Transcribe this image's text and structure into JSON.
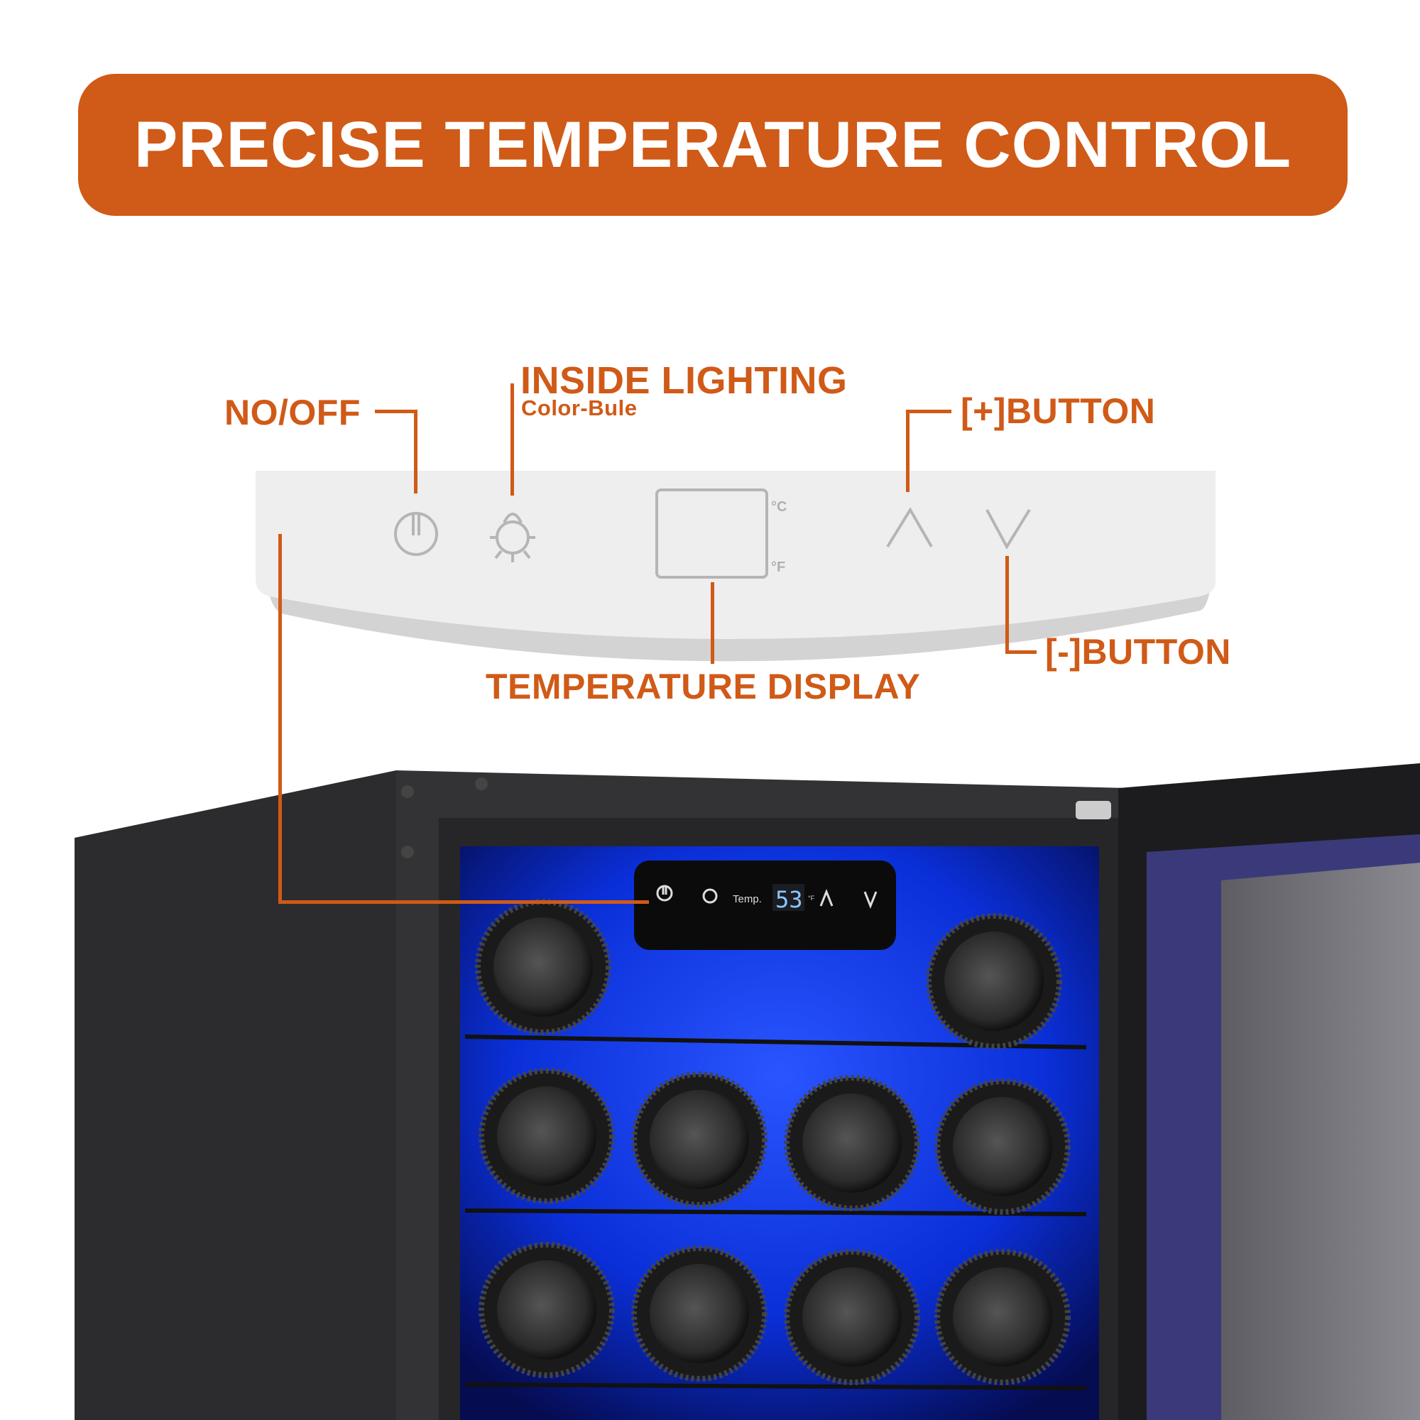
{
  "title": "PRECISE TEMPERATURE CONTROL",
  "callouts": {
    "power": "NO/OFF",
    "lighting": "INSIDE LIGHTING",
    "lighting_sub": "Color-Bule",
    "plus": "[+]BUTTON",
    "minus": "[-]BUTTON",
    "display": "TEMPERATURE DISPLAY"
  },
  "panel": {
    "celsius": "°C",
    "fahrenheit": "°F"
  },
  "mini_panel": {
    "temp_label": "Temp.",
    "temp_value": "53",
    "unit": "°F"
  },
  "colors": {
    "accent": "#D05A17",
    "interior": "#0a2fd8"
  }
}
